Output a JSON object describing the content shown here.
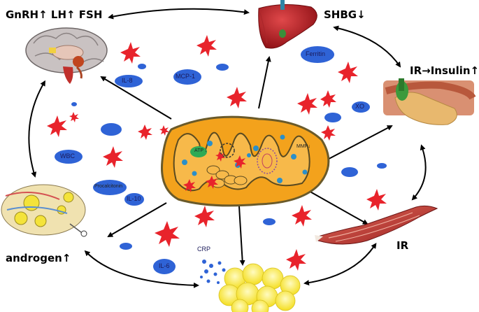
{
  "outcomes": {
    "hormones": "GnRH↑ LH↑ FSH",
    "shbg": "SHBG↓",
    "insulin": "IR→Insulin↑",
    "ir": "IR",
    "androgen": "androgen↑"
  },
  "markers": {
    "il8": "IL-8",
    "mcp1": "MCP-1",
    "ferritin": "Ferritin",
    "xo": "XO",
    "wbc": "WBC",
    "procalcitonin": "Procalcitonin",
    "il10": "IL-10",
    "il6": "IL-6",
    "crp": "CRP",
    "mmp": "MMP↓",
    "atp": "ATP ↓"
  },
  "colors": {
    "marker_blue": "#2f63d6",
    "ros_red": "#e8232b",
    "mito_fill": "#f3a21c",
    "fat_yellow": "#f6e83a"
  }
}
